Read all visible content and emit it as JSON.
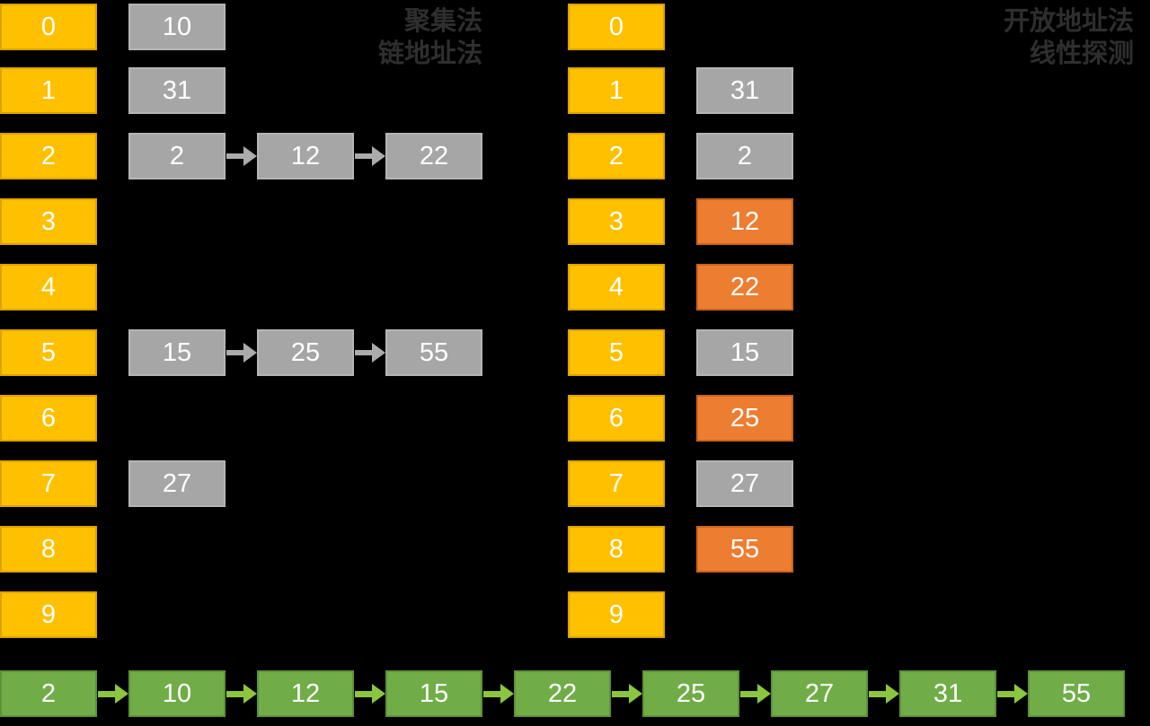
{
  "titles": {
    "left": {
      "line1": "聚集法",
      "line2": "链地址法"
    },
    "right": {
      "line1": "开放地址法",
      "line2": "线性探测"
    }
  },
  "colors": {
    "background": "#000000",
    "bucket_fill": "#FFC000",
    "node_fill": "#A6A6A6",
    "probed_fill": "#ED7D31",
    "list_fill": "#70AD47",
    "gray_arrow": "#ABABAB",
    "green_arrow": "#8CC63F",
    "title_text": "#2E2E2E",
    "box_text": "#FFFFFF"
  },
  "chaining_table": {
    "buckets": [
      "0",
      "1",
      "2",
      "3",
      "4",
      "5",
      "6",
      "7",
      "8",
      "9"
    ],
    "chains": [
      [
        "10"
      ],
      [
        "31"
      ],
      [
        "2",
        "12",
        "22"
      ],
      [],
      [],
      [
        "15",
        "25",
        "55"
      ],
      [],
      [
        "27"
      ],
      [],
      []
    ]
  },
  "open_addressing_table": {
    "buckets": [
      "0",
      "1",
      "2",
      "3",
      "4",
      "5",
      "6",
      "7",
      "8",
      "9"
    ],
    "slots": [
      {
        "value": "",
        "type": "empty"
      },
      {
        "value": "31",
        "type": "home"
      },
      {
        "value": "2",
        "type": "home"
      },
      {
        "value": "12",
        "type": "probed"
      },
      {
        "value": "22",
        "type": "probed"
      },
      {
        "value": "15",
        "type": "home"
      },
      {
        "value": "25",
        "type": "probed"
      },
      {
        "value": "27",
        "type": "home"
      },
      {
        "value": "55",
        "type": "probed"
      },
      {
        "value": "",
        "type": "empty"
      }
    ]
  },
  "sorted_list": [
    "2",
    "10",
    "12",
    "15",
    "22",
    "25",
    "27",
    "31",
    "55"
  ]
}
